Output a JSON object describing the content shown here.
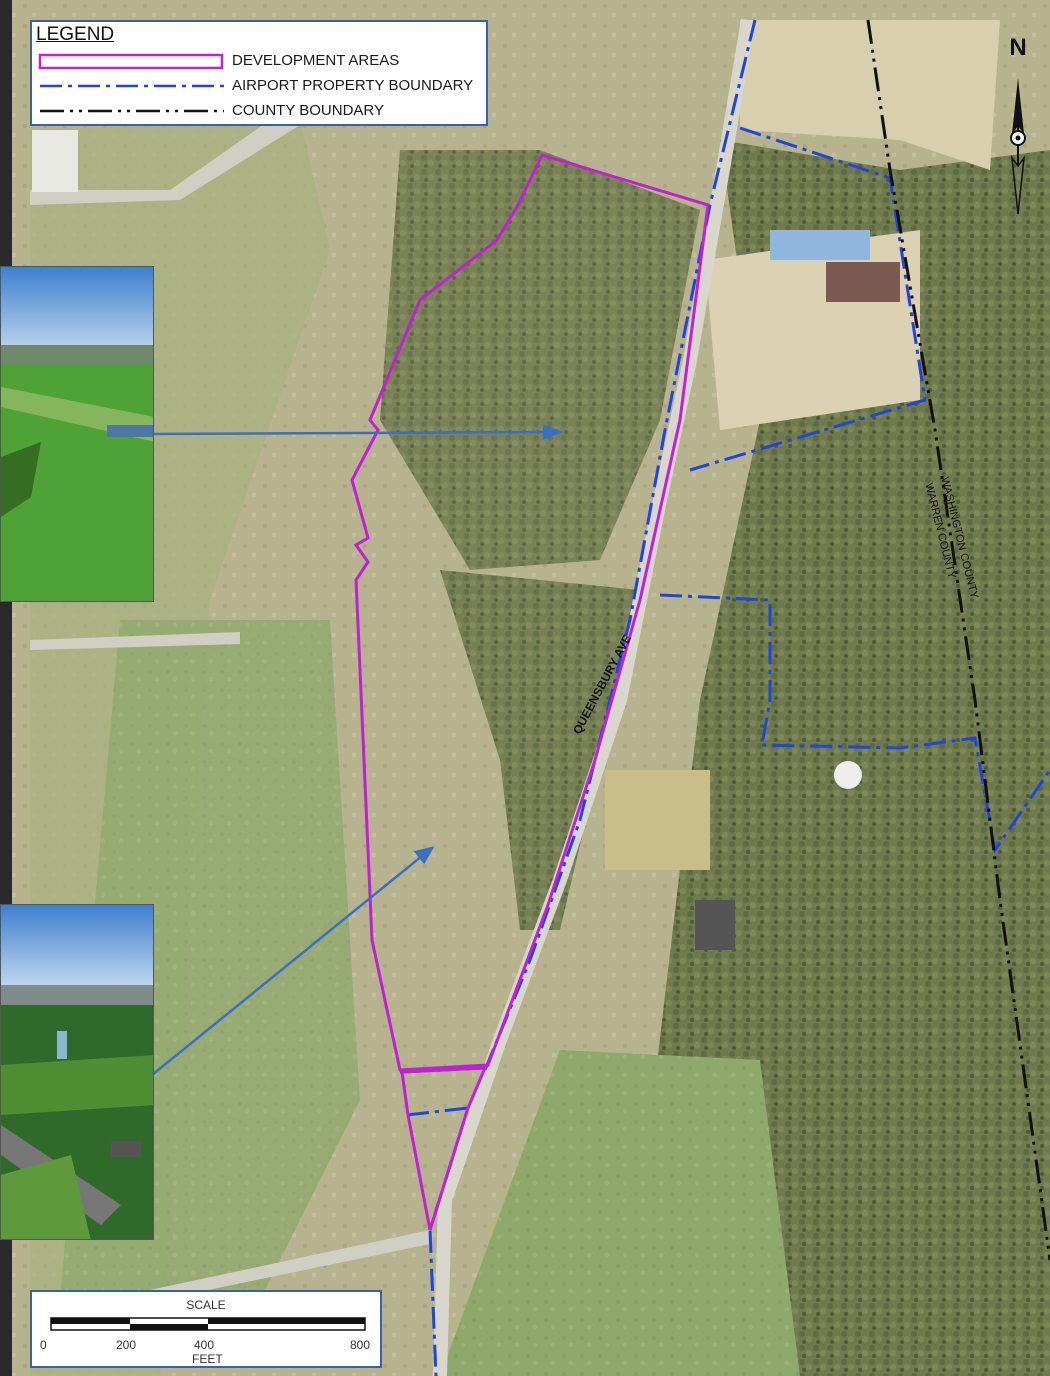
{
  "legend": {
    "title": "LEGEND",
    "items": [
      {
        "label": "DEVELOPMENT AREAS",
        "color": "#c21fd6",
        "style": "box"
      },
      {
        "label": "AIRPORT PROPERTY BOUNDARY",
        "color": "#2244dd",
        "style": "dash-dot"
      },
      {
        "label": "COUNTY BOUNDARY",
        "color": "#111111",
        "style": "dash-dot-dot"
      }
    ]
  },
  "north_arrow": {
    "letter": "N"
  },
  "labels": {
    "road": "QUEENSBURY AVE",
    "county_upper": "WASHINGTON COUNTY",
    "county_lower": "WARREN COUNTY"
  },
  "scale": {
    "title": "SCALE",
    "ticks": [
      "0",
      "200",
      "400",
      "800"
    ],
    "units": "FEET"
  },
  "colors": {
    "development": "#c21fd6",
    "airport_boundary": "#2244dd",
    "county_boundary": "#111111",
    "callout_arrow": "#3a6fc4",
    "field": "#b7b38e",
    "forest": "#6f7a4f",
    "grass": "#8fa86c"
  },
  "photos": [
    {
      "name": "aerial-photo-runway-view"
    },
    {
      "name": "aerial-photo-village-view"
    }
  ]
}
